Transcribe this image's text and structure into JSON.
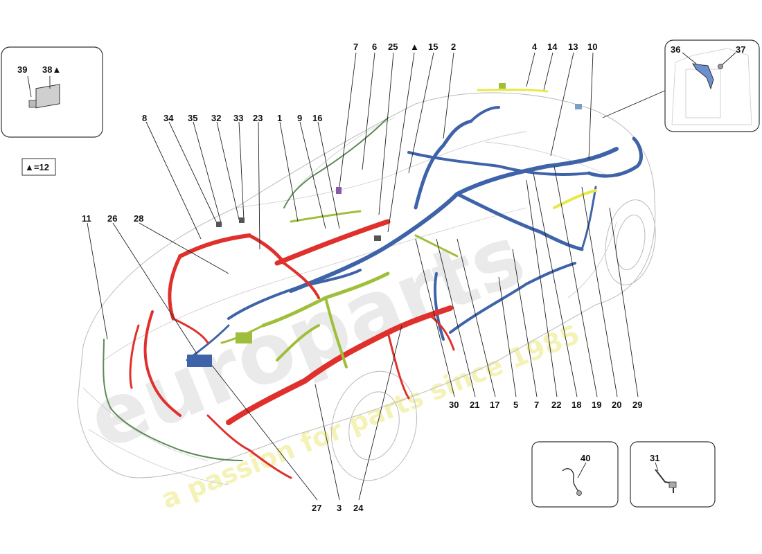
{
  "legend": {
    "triangle_equals": "▲=12"
  },
  "inset_top_left": {
    "labels": [
      "39",
      "38▲"
    ]
  },
  "inset_top_right": {
    "labels": [
      "36",
      "37"
    ]
  },
  "inset_bottom_40": {
    "label": "40"
  },
  "inset_bottom_31": {
    "label": "31"
  },
  "callouts_top": [
    "8",
    "34",
    "35",
    "32",
    "33",
    "23",
    "1",
    "9",
    "16",
    "7",
    "6",
    "25",
    "▲",
    "15",
    "2",
    "4",
    "14",
    "13",
    "10"
  ],
  "callouts_left": [
    "11",
    "26",
    "28"
  ],
  "callouts_bottom": [
    "27",
    "3",
    "24"
  ],
  "callouts_right_bottom": [
    "30",
    "21",
    "17",
    "5",
    "7",
    "22",
    "18",
    "19",
    "20",
    "29"
  ],
  "colors": {
    "red_harness": "#e0302c",
    "blue_harness": "#3f63a8",
    "green_harness": "#9fbf3a",
    "yellow_harness": "#e8e84a",
    "outline": "#bfbfbf"
  }
}
